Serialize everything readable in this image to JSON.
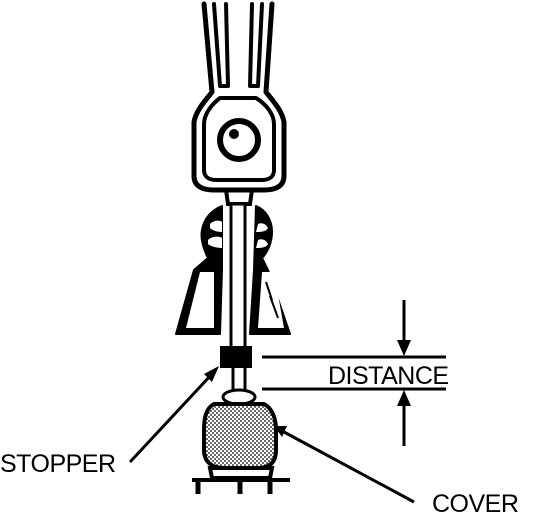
{
  "labels": {
    "distance": "DISTANCE",
    "stopper": "STOPPER",
    "cover": "COVER"
  },
  "colors": {
    "ink": "#000000",
    "paper": "#ffffff",
    "stipple": "#8a8a8a"
  }
}
